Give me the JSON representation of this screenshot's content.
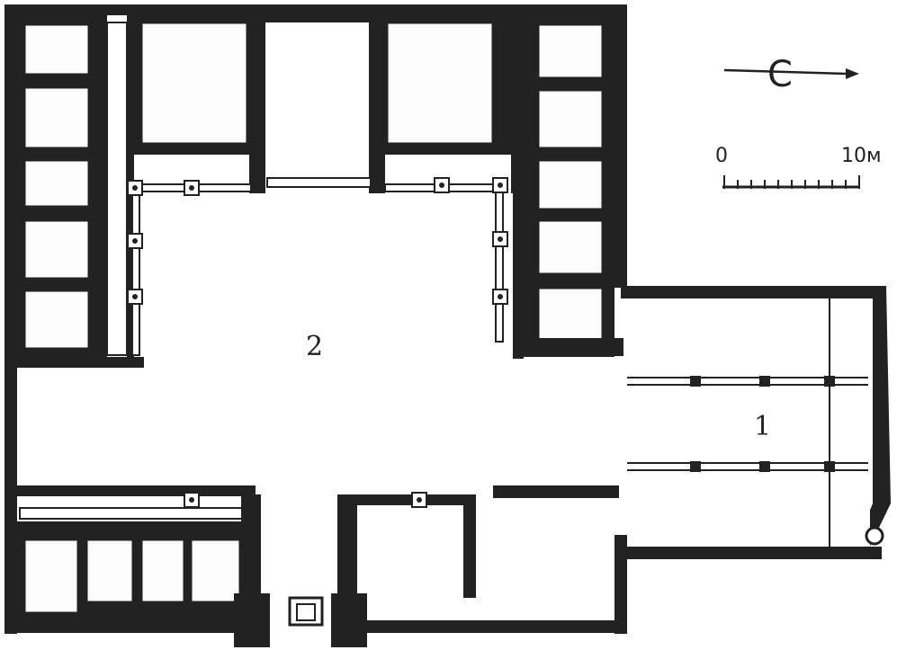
{
  "labels": {
    "courtyard": "2",
    "hall": "1"
  },
  "orientation": {
    "letter": "С"
  },
  "scale": {
    "start": "0",
    "end": "10м"
  },
  "icons": {
    "north_arrow": "arrow-right-icon"
  }
}
